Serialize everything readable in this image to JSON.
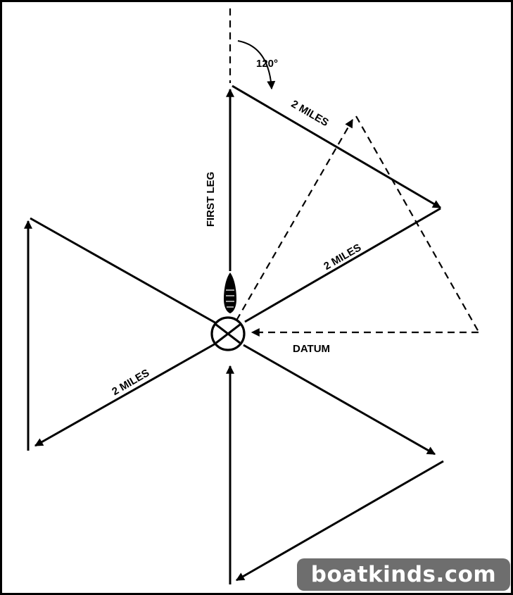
{
  "diagram": {
    "labels": {
      "angle": "120°",
      "first_leg": "FIRST LEG",
      "miles_top": "2 MILES",
      "miles_middle": "2 MILES",
      "miles_left": "2 MILES",
      "datum": "DATUM"
    }
  },
  "watermark": {
    "text": "boatkinds.com"
  }
}
